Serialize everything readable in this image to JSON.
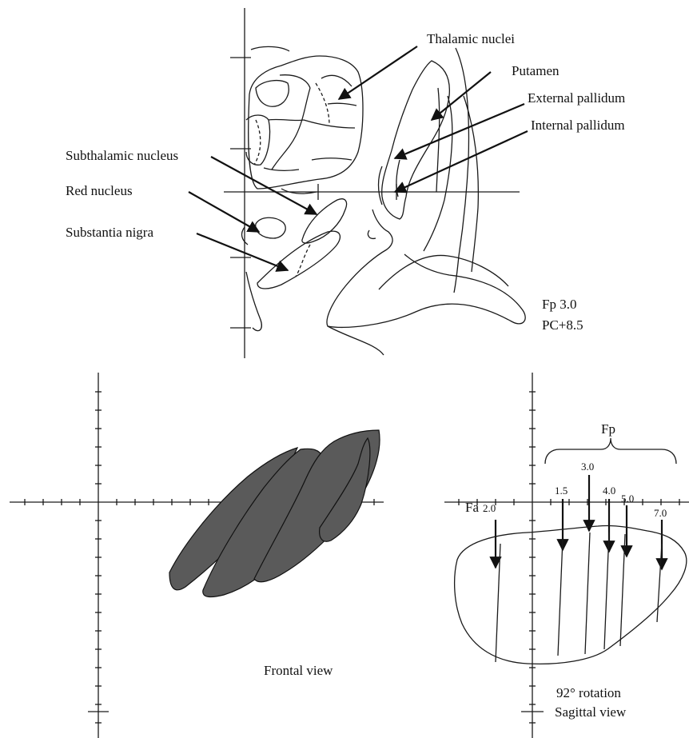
{
  "atlas": {
    "labels": {
      "thalamic": "Thalamic nuclei",
      "putamen": "Putamen",
      "external_pallidum": "External pallidum",
      "internal_pallidum": "Internal pallidum",
      "subthalamic": "Subthalamic nucleus",
      "red_nucleus": "Red nucleus",
      "substantia_nigra": "Substantia nigra"
    },
    "coord_line1": "Fp 3.0",
    "coord_line2": "PC+8.5"
  },
  "frontal": {
    "caption": "Frontal view",
    "fill_color": "#5a5a5a"
  },
  "sagittal": {
    "bracket_label": "Fp",
    "fa_label": "Fa",
    "fa_value": "2.0",
    "fp_values": [
      "1.5",
      "3.0",
      "4.0",
      "5.0",
      "7.0"
    ],
    "caption_line1": "92° rotation",
    "caption_line2": "Sagittal view"
  }
}
